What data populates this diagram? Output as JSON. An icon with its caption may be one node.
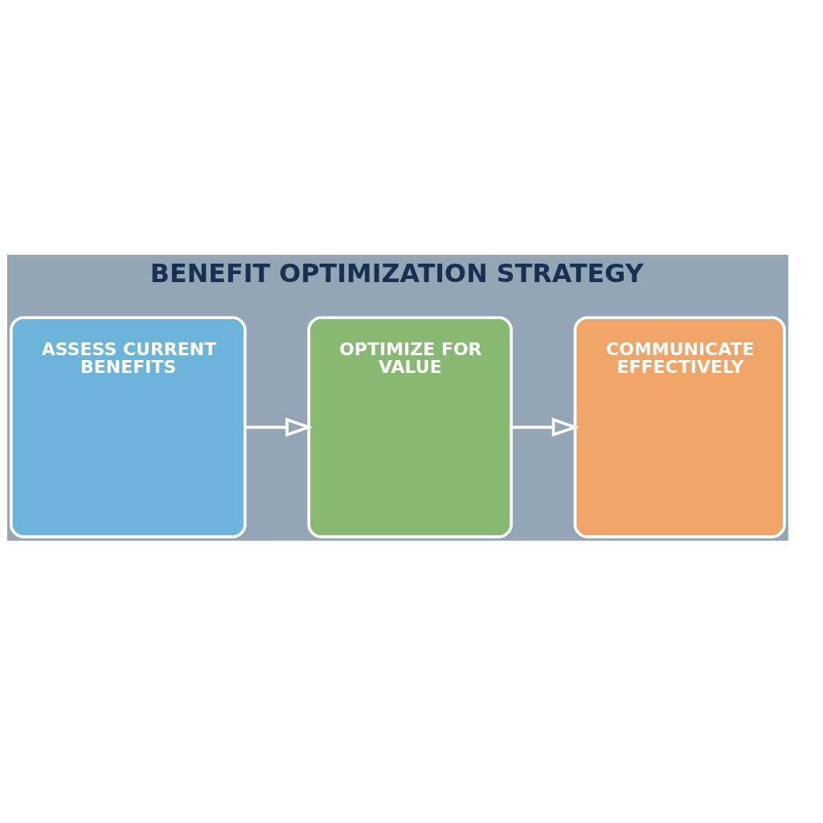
{
  "diagram": {
    "title": "BENEFIT OPTIMIZATION STRATEGY",
    "nodes": [
      {
        "text": [
          "ASSESS CURRENT BENEFITS"
        ]
      },
      {
        "text": [
          "OPTIMIZE FOR VALUE"
        ]
      },
      {
        "text": [
          "COMMUNICATE EFFECTIVELY"
        ]
      }
    ],
    "edges": [
      {
        "from": 0,
        "to": 1,
        "arrow": "to"
      },
      {
        "from": 1,
        "to": 2,
        "arrow": "to"
      }
    ]
  }
}
